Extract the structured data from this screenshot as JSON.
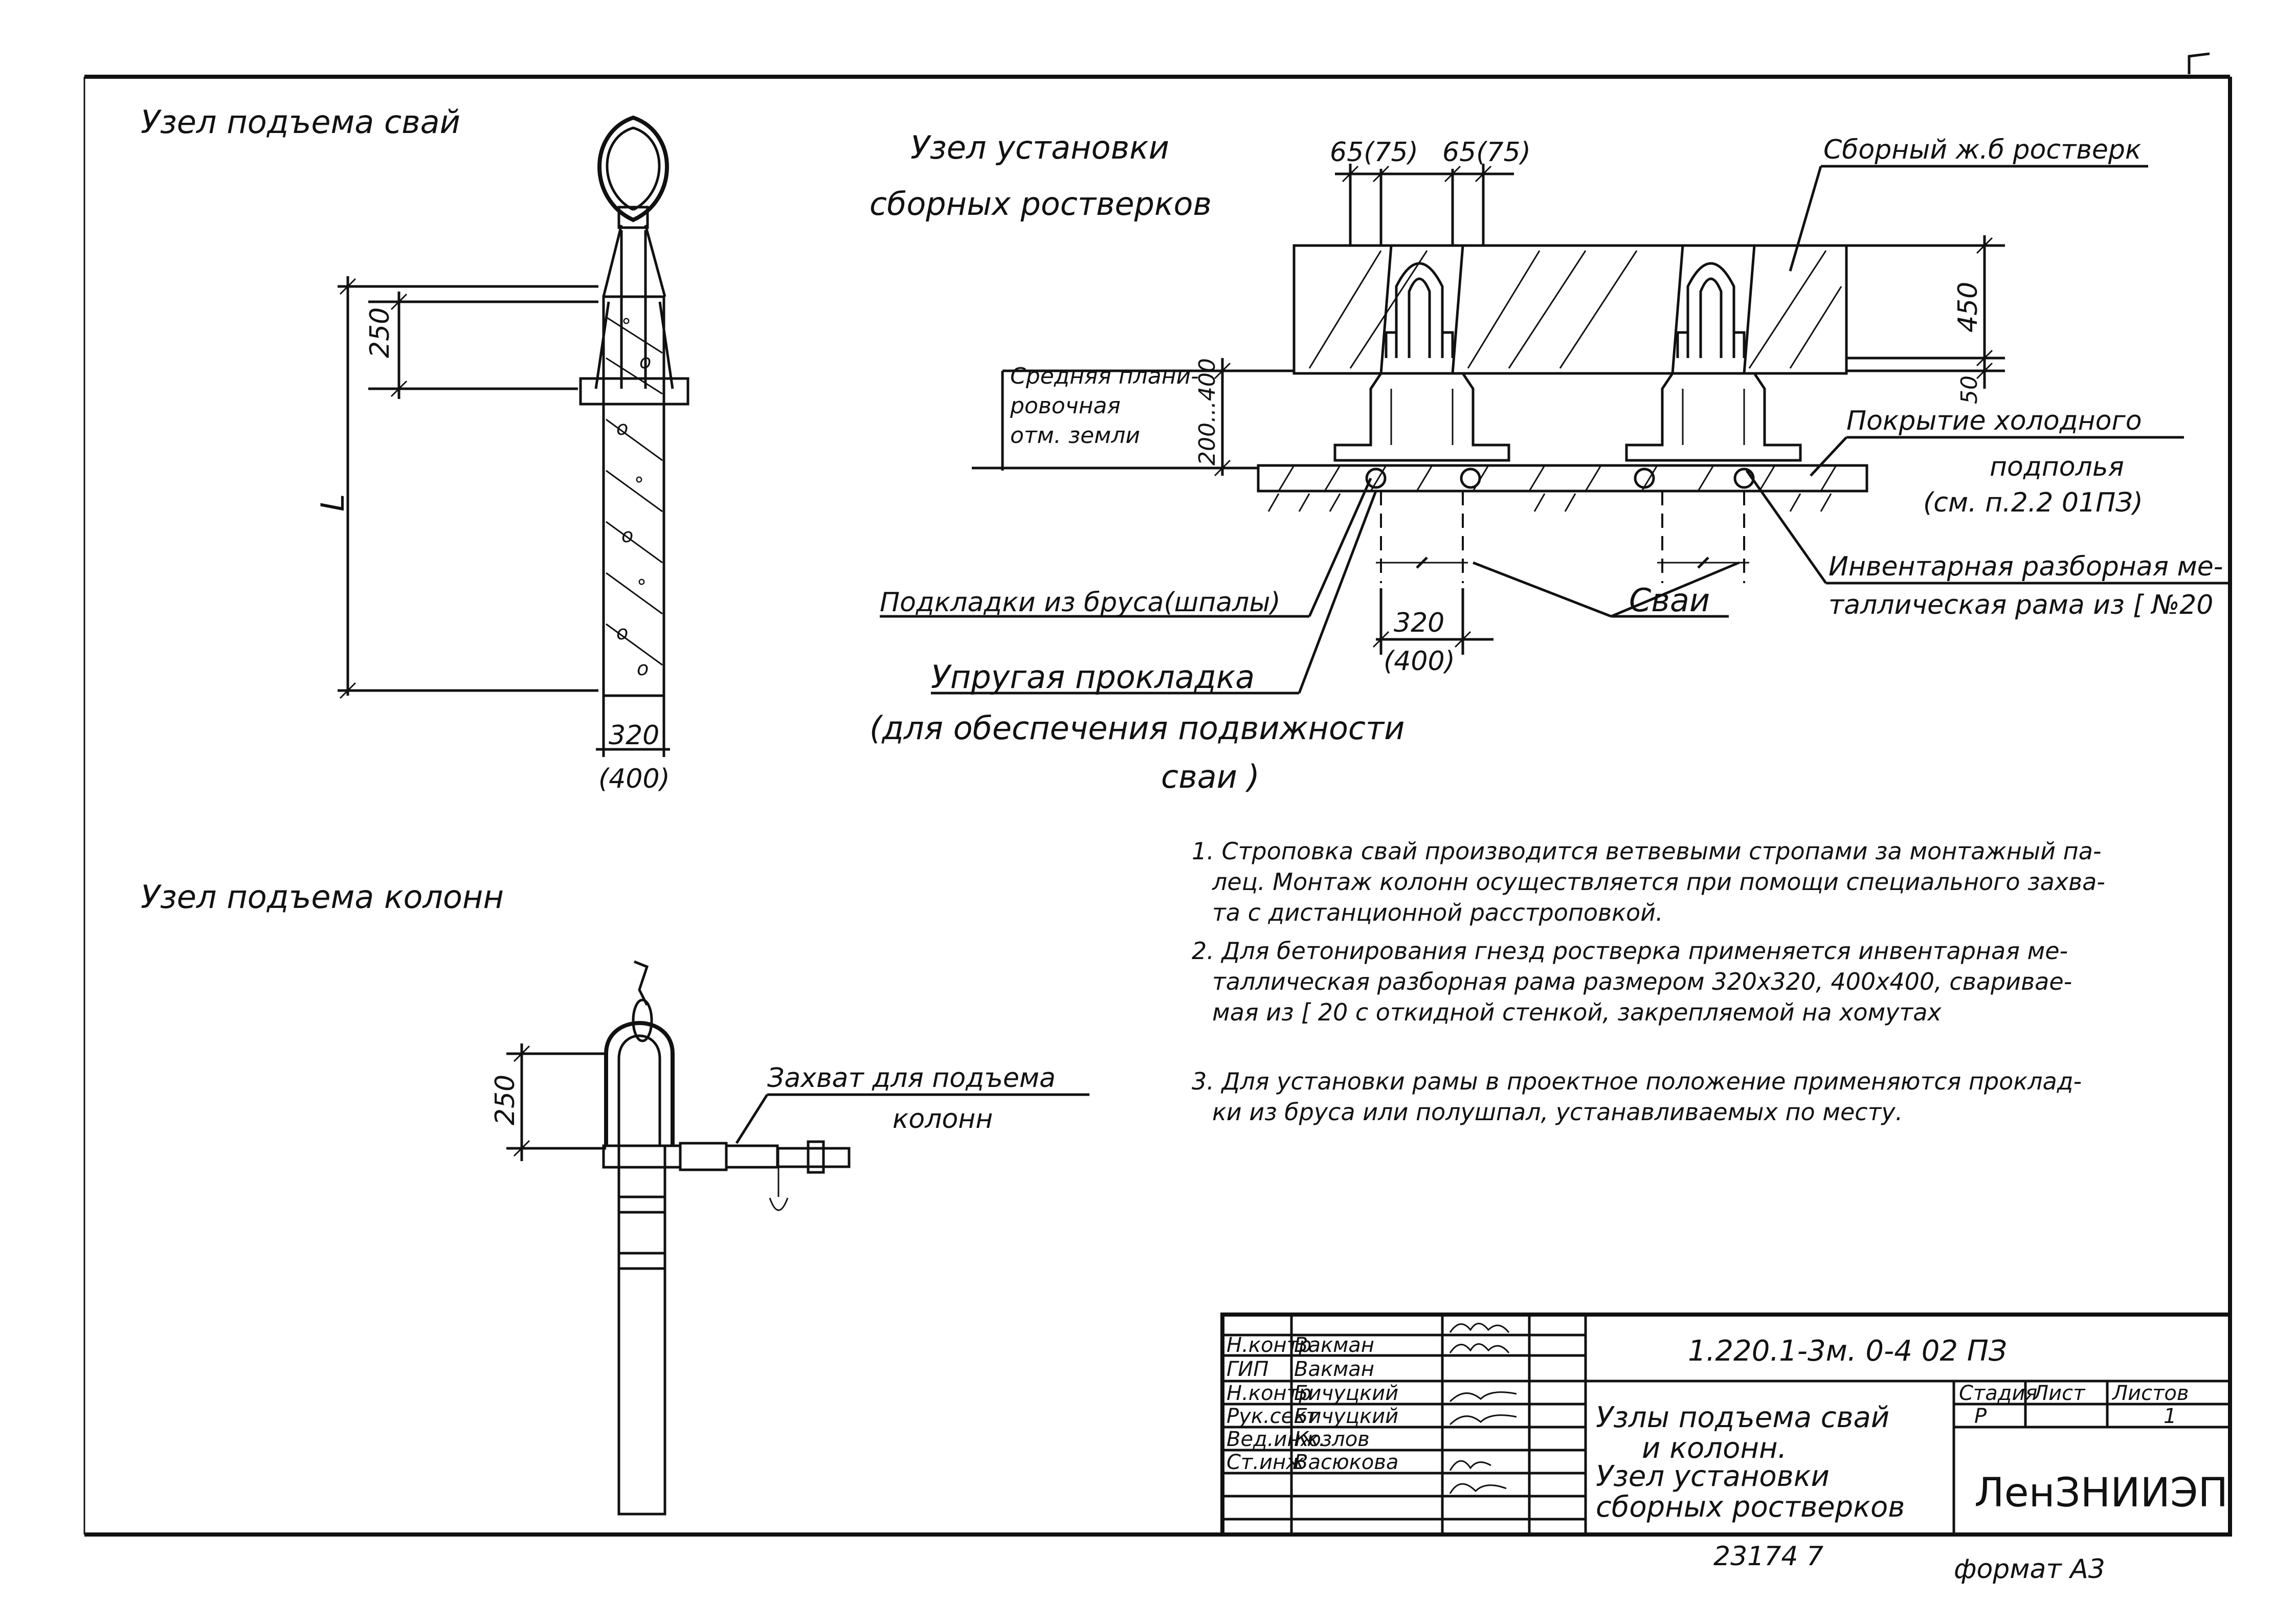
{
  "titles": {
    "pile_lifting": "Узел подъема свай",
    "column_lifting": "Узел подъема колонн",
    "grillage_line1": "Узел установки",
    "grillage_line2": "сборных ростверков"
  },
  "pile_node": {
    "dim_250": "250",
    "dim_L": "L",
    "dim_320": "320",
    "dim_400": "(400)"
  },
  "column_node": {
    "dim_250": "250",
    "grip_label_line1": "Захват для подъема",
    "grip_label_line2": "колонн"
  },
  "grillage_node": {
    "dim_65_75_a": "65(75)",
    "dim_65_75_b": "65(75)",
    "precast_label": "Сборный ж.б ростверк",
    "dim_450": "450",
    "dim_50": "50",
    "dim_200_400": "200...400",
    "ground_line1": "Средняя плани-",
    "ground_line2": "ровочная",
    "ground_line3": "отм. земли",
    "cover_line1": "Покрытие холодного",
    "cover_line2": "подполья",
    "cover_line3": "(см. п.2.2 01ПЗ)",
    "frame_line1": "Инвентарная разборная ме-",
    "frame_line2": "таллическая рама из [ №20",
    "piles_label": "Сваи",
    "dim_320": "320",
    "dim_400": "(400)",
    "pads_label": "Подкладки из бруса(шпалы)",
    "elastic_line1": "Упругая прокладка",
    "elastic_line2": "(для обеспечения подвижности",
    "elastic_line3": "сваи )"
  },
  "notes": [
    "1. Строповка свай производится ветвевыми стропами за монтажный па-",
    "лец. Монтаж колонн осуществляется при помощи специального захва-",
    "та с дистанционной расстроповкой.",
    "2. Для бетонирования гнезд ростверка применяется инвентарная ме-",
    "таллическая разборная рама размером 320х320, 400х400, свариваe-",
    "мая из [ 20 с откидной стенкой, закрепляемой на хомутах",
    "3. Для установки рамы в проектное положение применяются проклад-",
    "ки из бруса или полушпал, устанавливаемых по месту."
  ],
  "title_block": {
    "designation": "1.220.1-3м. 0-4 02 ПЗ",
    "rows": [
      {
        "role": "Н.контр",
        "name": "Вакман"
      },
      {
        "role": "ГИП",
        "name": "Вакман"
      },
      {
        "role": "Н.контр",
        "name": "Бичуцкий"
      },
      {
        "role": "Рук.сект",
        "name": "Бичуцкий"
      },
      {
        "role": "Вед.инж.",
        "name": "Козлов"
      },
      {
        "role": "Ст.инж",
        "name": "Васюкова"
      }
    ],
    "title_line1": "Узлы подъема свай",
    "title_line2": "и колонн.",
    "title_line3": "Узел установки",
    "title_line4": "сборных ростверков",
    "stage_header": "Стадия",
    "sheet_header": "Лист",
    "sheets_header": "Листов",
    "stage_value": "Р",
    "sheets_value": "1",
    "organization": "ЛенЗНИИЭП"
  },
  "footer": {
    "inventory_number": "23174 7",
    "format": "формат А3"
  }
}
